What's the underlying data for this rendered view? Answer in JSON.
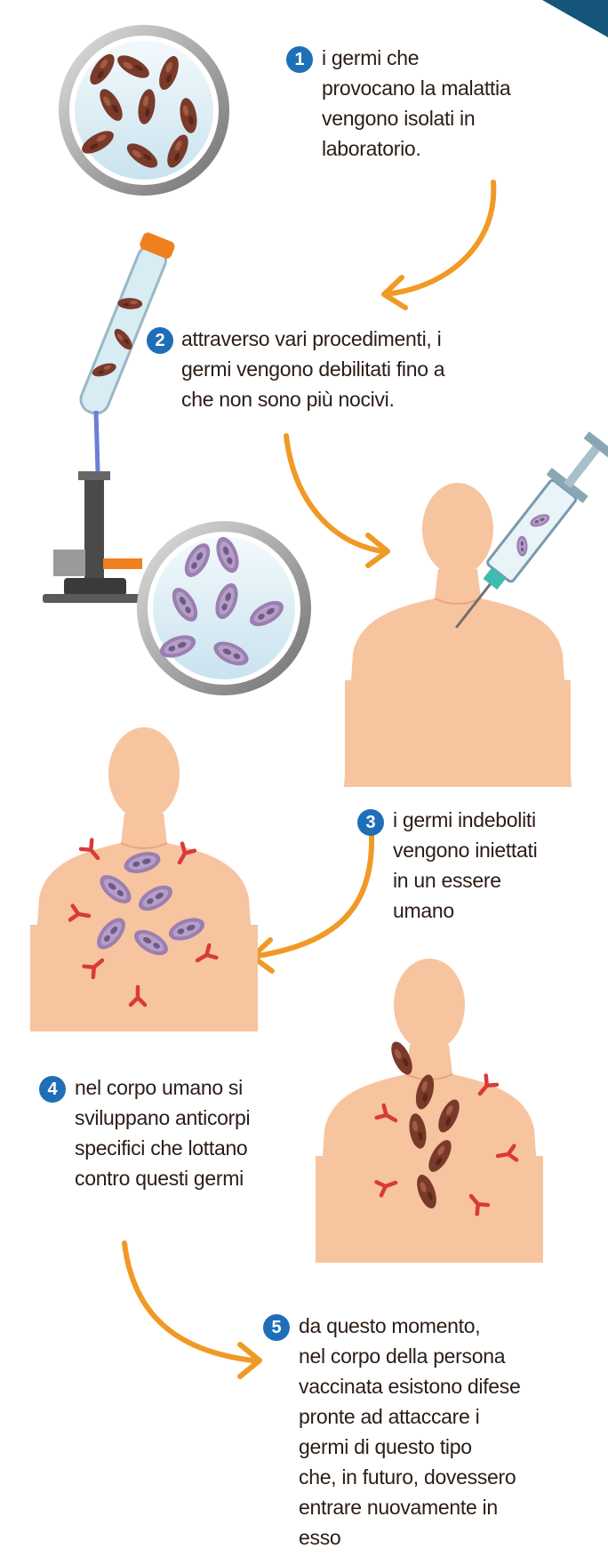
{
  "steps": [
    {
      "number": "1",
      "lines": [
        "i germi che",
        "provocano la malattia",
        "vengono isolati in",
        "laboratorio."
      ]
    },
    {
      "number": "2",
      "lines": [
        "attraverso vari procedimenti, i",
        "germi vengono debilitati fino a",
        "che non sono più nocivi."
      ]
    },
    {
      "number": "3",
      "lines": [
        "i germi indeboliti",
        "vengono iniettati",
        "in un essere",
        "umano"
      ]
    },
    {
      "number": "4",
      "lines": [
        "nel corpo umano si",
        "sviluppano anticorpi",
        "specifici che lottano",
        "contro questi germi"
      ]
    },
    {
      "number": "5",
      "lines": [
        "da questo momento,",
        "nel corpo della persona",
        "vaccinata esistono difese",
        "pronte ad attaccare i",
        "germi di questo tipo",
        "che, in futuro, dovessero",
        "entrare nuovamente in",
        "esso"
      ]
    }
  ],
  "colors": {
    "number_badge": "#1e6fb8",
    "arrow": "#f09a25",
    "skin": "#f7c4a0",
    "germ_virulent": "#7a3a2a",
    "germ_weak": "#9b7fb0",
    "antibody": "#d93a3a",
    "corner_accent": "#16557a"
  },
  "icons": [
    "petri-dish-icon",
    "test-tube-icon",
    "bunsen-burner-icon",
    "magnifier-icon",
    "syringe-icon",
    "human-torso-icon",
    "antibody-icon",
    "curved-arrow-icon"
  ]
}
